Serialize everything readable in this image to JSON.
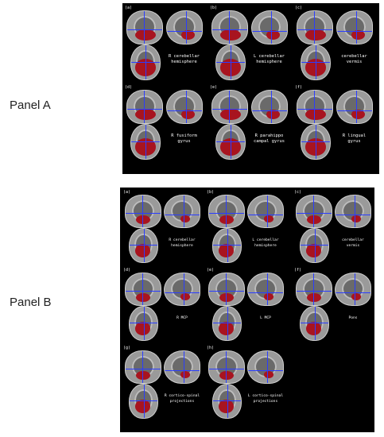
{
  "panel_a": {
    "title": "Panel A",
    "cells": [
      {
        "letter": "(a)",
        "label": "R  cerebellar\nhemisphere"
      },
      {
        "letter": "(b)",
        "label": "L  cerebellar\nhemisphere"
      },
      {
        "letter": "(c)",
        "label": "cerebellar\nvermis"
      },
      {
        "letter": "(d)",
        "label": "R  fusiform\ngyrus"
      },
      {
        "letter": "(e)",
        "label": "R parahippo\ncampal gyrus"
      },
      {
        "letter": "(f)",
        "label": "R  lingual\ngyrus"
      }
    ]
  },
  "panel_b": {
    "title": "Panel B",
    "cells": [
      {
        "letter": "(a)",
        "label": "R  cerebellar\nhemisphere"
      },
      {
        "letter": "(b)",
        "label": "L  cerebellar\nhemisphere"
      },
      {
        "letter": "(c)",
        "label": "cerebellar\nvermis"
      },
      {
        "letter": "(d)",
        "label": "R MCP"
      },
      {
        "letter": "(e)",
        "label": "L MCP"
      },
      {
        "letter": "(f)",
        "label": "Pons"
      },
      {
        "letter": "(g)",
        "label": "R cortico-spinal\nprojections"
      },
      {
        "letter": "(h)",
        "label": "L cortico-spinal\nprojections"
      }
    ]
  }
}
